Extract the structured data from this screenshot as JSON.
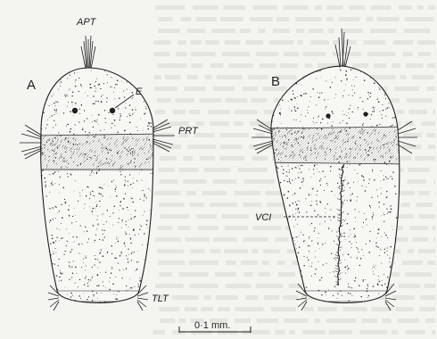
{
  "figure": {
    "panels": [
      {
        "letter": "A"
      },
      {
        "letter": "B"
      }
    ],
    "labels": {
      "apt": "APT",
      "e": "E",
      "prt": "PRT",
      "tlt": "TLT",
      "vci": "VCI"
    },
    "scale_bar": {
      "text": "0·1 mm."
    },
    "colors": {
      "paper": "#f4f4f1",
      "ink": "#1e1e1e",
      "bleed_text": "#9a9a94"
    }
  }
}
